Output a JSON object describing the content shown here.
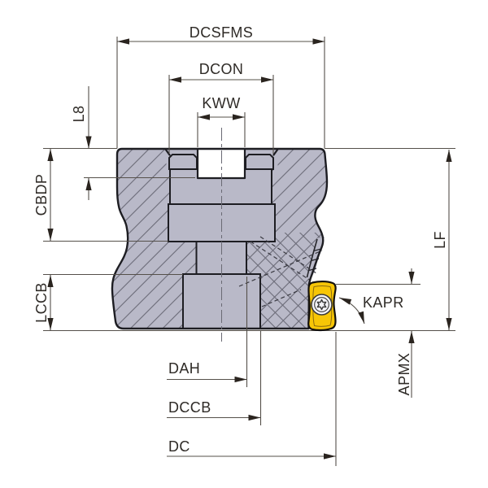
{
  "diagram": {
    "type": "technical-dimension-drawing",
    "subject": "Indexable face milling cutter — side cross-section with insert",
    "colors": {
      "body_fill": "#b9b9c8",
      "outline": "#1d1d22",
      "dimension_line": "#55504a",
      "arrow": "#2a241f",
      "text": "#2e2a26",
      "insert_fill": "#f7c606",
      "hatch": "#6b6b78"
    },
    "labels": {
      "dcsfms": "DCSFMS",
      "dcon": "DCON",
      "kww": "KWW",
      "l8": "L8",
      "cbdp": "CBDP",
      "lccb": "LCCB",
      "lf": "LF",
      "kapr": "KAPR",
      "apmx": "APMX",
      "dah": "DAH",
      "dccb": "DCCB",
      "dc": "DC"
    },
    "icons": {
      "insert_screw": "torx-screw-icon"
    }
  }
}
